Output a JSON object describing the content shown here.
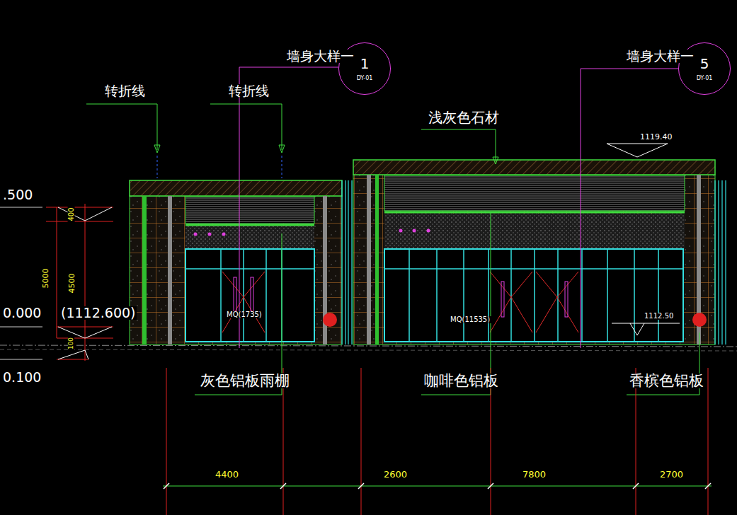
{
  "diagram": {
    "nodes": [
      {
        "text": [
          "1",
          "DY-01"
        ]
      },
      {
        "text": [
          "5",
          "DY-01"
        ]
      }
    ],
    "labels": [
      "墙身大样一",
      "墙身大样一",
      "转折线",
      "转折线",
      "浅灰色石材",
      "1119.40",
      ".500",
      "400",
      "5000",
      "4500",
      "0.000",
      "(1112.600)",
      "100",
      "0.100",
      "MQ(1735)",
      "MQ(11535)",
      "1112.50",
      "灰色铝板雨棚",
      "咖啡色铝板",
      "香槟色铝板",
      "4400",
      "2600",
      "7800",
      "2700"
    ]
  }
}
